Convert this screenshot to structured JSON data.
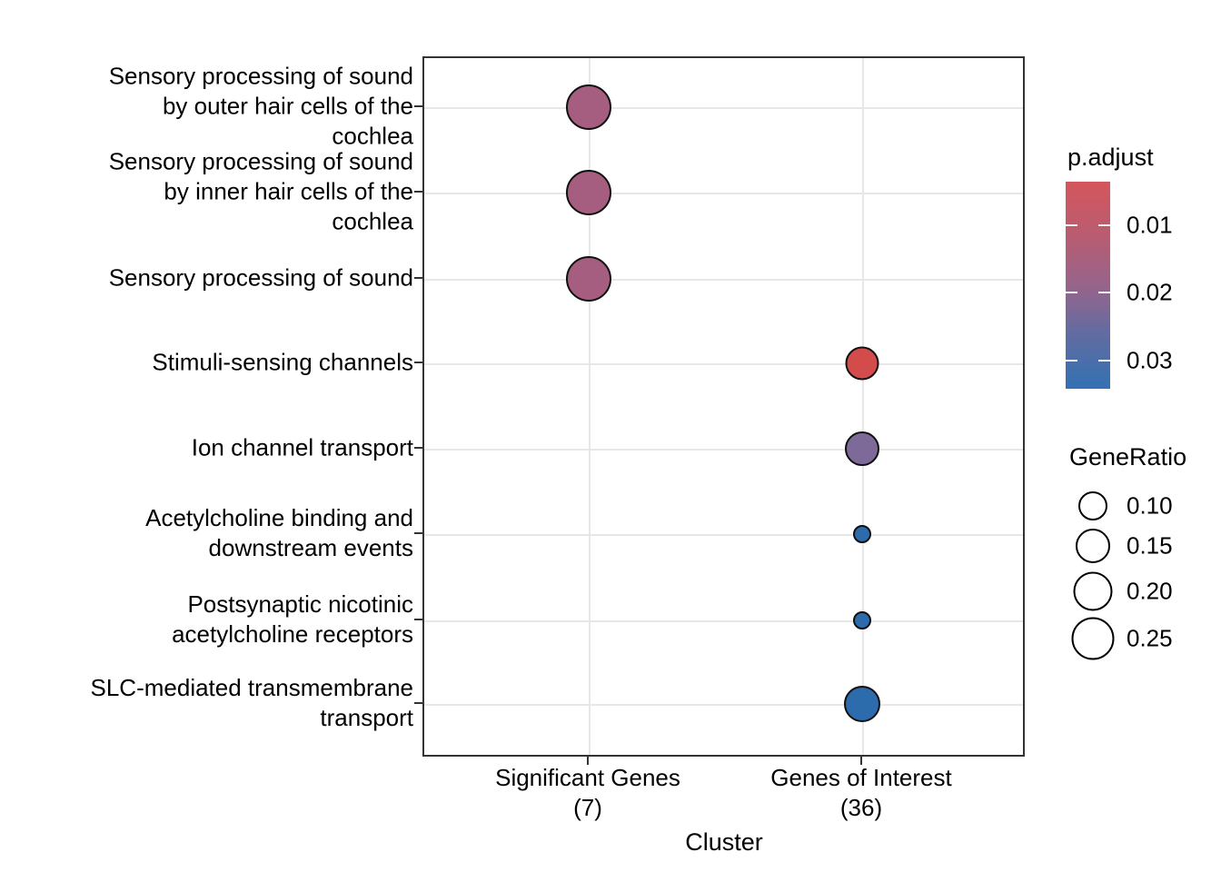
{
  "chart_data": {
    "type": "scatter",
    "variant": "pathway-enrichment-dotplot",
    "title": "",
    "xlabel": "Cluster",
    "x_categories": [
      {
        "label": "Significant Genes",
        "count_label": "(7)"
      },
      {
        "label": "Genes of Interest",
        "count_label": "(36)"
      }
    ],
    "y_categories": [
      "Sensory processing of sound\nby outer hair cells of the\ncochlea",
      "Sensory processing of sound\nby inner hair cells of the\ncochlea",
      "Sensory processing of sound",
      "Stimuli-sensing channels",
      "Ion channel transport",
      "Acetylcholine binding and\ndownstream events",
      "Postsynaptic nicotinic\nacetylcholine receptors",
      "SLC-mediated transmembrane\ntransport"
    ],
    "points": [
      {
        "pathway_index": 0,
        "cluster_index": 0,
        "gene_ratio": 0.29,
        "p_adjust": 0.017,
        "color": "#A65E80",
        "radius_px": 25
      },
      {
        "pathway_index": 1,
        "cluster_index": 0,
        "gene_ratio": 0.29,
        "p_adjust": 0.017,
        "color": "#A65E80",
        "radius_px": 25
      },
      {
        "pathway_index": 2,
        "cluster_index": 0,
        "gene_ratio": 0.29,
        "p_adjust": 0.017,
        "color": "#A65E80",
        "radius_px": 25
      },
      {
        "pathway_index": 3,
        "cluster_index": 1,
        "gene_ratio": 0.14,
        "p_adjust": 0.005,
        "color": "#D24C4C",
        "radius_px": 18.5
      },
      {
        "pathway_index": 4,
        "cluster_index": 1,
        "gene_ratio": 0.17,
        "p_adjust": 0.022,
        "color": "#7D6A99",
        "radius_px": 19
      },
      {
        "pathway_index": 5,
        "cluster_index": 1,
        "gene_ratio": 0.06,
        "p_adjust": 0.032,
        "color": "#2C6CAD",
        "radius_px": 10
      },
      {
        "pathway_index": 6,
        "cluster_index": 1,
        "gene_ratio": 0.06,
        "p_adjust": 0.032,
        "color": "#2C6CAD",
        "radius_px": 10
      },
      {
        "pathway_index": 7,
        "cluster_index": 1,
        "gene_ratio": 0.19,
        "p_adjust": 0.03,
        "color": "#2C6CAD",
        "radius_px": 20
      }
    ],
    "p_adjust_legend": {
      "title": "p.adjust",
      "gradient_stops": [
        "#D4565C",
        "#BA5C70",
        "#97648B",
        "#5F6CA2",
        "#3371B3"
      ],
      "ticks": [
        {
          "label": "0.01",
          "pos": 0.21
        },
        {
          "label": "0.02",
          "pos": 0.535
        },
        {
          "label": "0.03",
          "pos": 0.865
        }
      ]
    },
    "gene_ratio_legend": {
      "title": "GeneRatio",
      "entries": [
        {
          "label": "0.10",
          "radius_px": 16
        },
        {
          "label": "0.15",
          "radius_px": 19
        },
        {
          "label": "0.20",
          "radius_px": 21.5
        },
        {
          "label": "0.25",
          "radius_px": 23.5
        }
      ]
    },
    "axis_ranges": {
      "x": "discrete (2 clusters)",
      "y": "discrete (8 pathways)"
    },
    "grid": "major gridlines on, light gray",
    "legend_position": "right"
  }
}
